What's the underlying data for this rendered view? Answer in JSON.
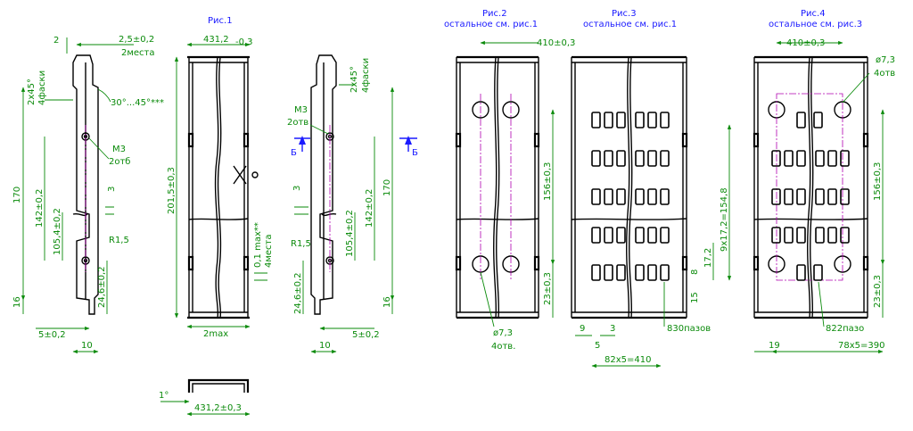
{
  "titles": {
    "fig1": "Рис.1",
    "fig2": "Рис.2",
    "fig2_sub": "остальное см. рис.1",
    "fig3": "Рис.3",
    "fig3_sub": "остальное см. рис.1",
    "fig4": "Рис.4",
    "fig4_sub": "остальное см. рис.3"
  },
  "left_view": {
    "d_top_flange": "2,5±0,2",
    "d_top_flange_note": "2места",
    "d_2": "2",
    "chamfer": "2x45°",
    "chamfer_note": "4фаски",
    "angle": "30°...45°***",
    "d_170": "170",
    "d_142": "142±0,2",
    "d_105": "105,4±0,2",
    "d_3": "3",
    "d_16": "16",
    "d_246": "24,6±0,2",
    "d_5": "5±0,2",
    "d_10": "10",
    "thread": "M3",
    "thread_note": "2отб",
    "radius": "R1,5"
  },
  "center_view": {
    "d_width": "431,2",
    "d_width_tol": "-0,3",
    "d_height": "201,5±0,3",
    "d_flat": "0,1 max**",
    "d_flat_note": "4места",
    "d_2max": "2max",
    "d_1deg": "1°",
    "d_bottom_width": "431,2±0,3"
  },
  "mirror_view": {
    "thread": "M3",
    "thread_note": "2отв",
    "chamfer": "2x45°",
    "chamfer_note": "4фаски",
    "section": "Б",
    "d_170": "170",
    "d_142": "142±0,2",
    "d_105": "105,4±0,2",
    "d_3": "3",
    "d_16": "16",
    "d_246": "24,6±0,2",
    "d_5": "5±0,2",
    "d_10": "10",
    "radius": "R1,5"
  },
  "fig2_view": {
    "d_410": "410±0,3",
    "d_156": "156±0,3",
    "d_23": "23±0,3",
    "hole": "ø7,3",
    "hole_note": "4отв."
  },
  "fig3_view": {
    "d_pitch": "9x17,2=154,8",
    "d_172": "17,2",
    "d_8": "8",
    "d_15": "15",
    "d_9": "9",
    "d_3": "3",
    "d_5": "5",
    "d_82": "82x5=410",
    "slots": "830пазов"
  },
  "fig4_view": {
    "d_410": "410±0,3",
    "hole": "ø7,3",
    "hole_note": "4отв",
    "d_156": "156±0,3",
    "d_23": "23±0,3",
    "slots": "822пазо",
    "d_19": "19",
    "d_78": "78x5=390"
  }
}
